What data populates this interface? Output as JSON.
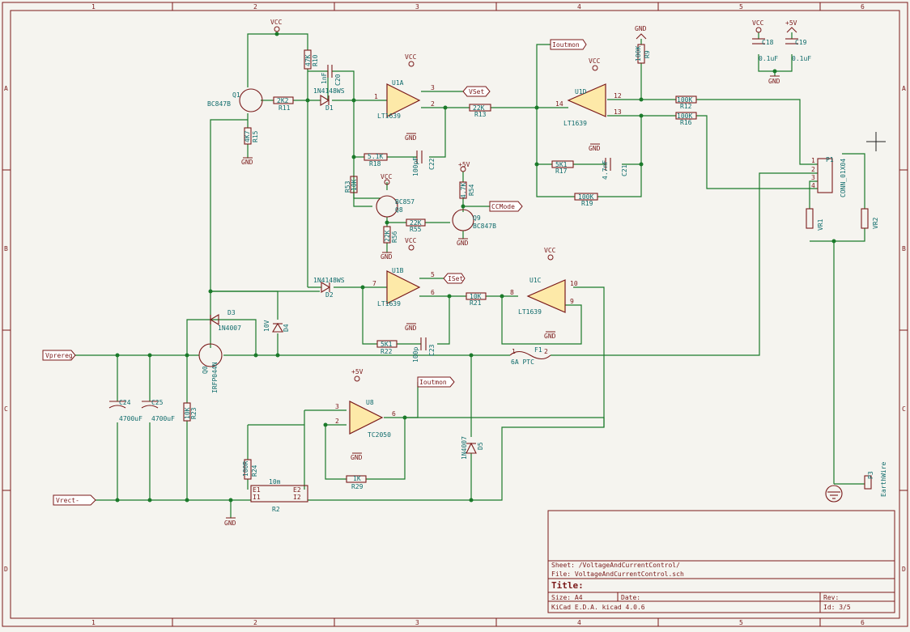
{
  "border": {
    "cols": [
      "1",
      "2",
      "3",
      "4",
      "5",
      "6"
    ],
    "rows": [
      "A",
      "B",
      "C",
      "D"
    ]
  },
  "title_block": {
    "sheet": "Sheet: /VoltageAndCurrentControl/",
    "file": "File: VoltageAndCurrentControl.sch",
    "title": "Title:",
    "size": "Size: A4",
    "date": "Date:",
    "rev": "Rev:",
    "kicad": "KiCad E.D.A.  kicad 4.0.6",
    "id": "Id: 3/5"
  },
  "labels": {
    "vpreg": "Vprereg",
    "vrect": "Vrect-",
    "ioutmon_top": "Ioutmon",
    "ioutmon_bottom": "Ioutmon",
    "vset": "VSet",
    "iset": "ISet",
    "ccmode": "CCMode"
  },
  "power": {
    "vcc": "VCC",
    "gnd": "GND",
    "p5v": "+5V"
  },
  "parts": {
    "q1_ref": "Q1",
    "q1_val": "BC847B",
    "r15_ref": "R15",
    "r15_val": "4K7",
    "r11_ref": "R11",
    "r11_val": "2K2",
    "r10_ref": "R10",
    "r10_val": "47K",
    "c20_ref": "C20",
    "c20_val": "1nF",
    "d1_ref": "D1",
    "d1_val": "1N4148WS",
    "u1a_ref": "U1A",
    "u1a_val": "LT1639",
    "r18_ref": "R18",
    "r18_val": "5.1K",
    "c22_ref": "C22",
    "c22_val": "100pF",
    "r13_ref": "R13",
    "r13_val": "22K",
    "u1d_ref": "U1D",
    "u1d_val": "LT1639",
    "r9_ref": "R9",
    "r9_val": "100K",
    "r12_ref": "R12",
    "r12_val": "100K",
    "r16_ref": "R16",
    "r16_val": "100K",
    "r17_ref": "R17",
    "r17_val": "5K1",
    "c21_ref": "C21",
    "c21_val": "4.7nF",
    "r19_ref": "R19",
    "r19_val": "100K",
    "c18_ref": "C18",
    "c18_val": "0.1uF",
    "c19_ref": "C19",
    "c19_val": "0.1uF",
    "p1_ref": "P1",
    "p1_val": "CONN_01X04",
    "vr1_ref": "VR1",
    "vr2_ref": "VR2",
    "r53_ref": "R53",
    "r53_val": "10K",
    "q8_ref": "Q8",
    "q8_val": "BC857",
    "r56_ref": "R56",
    "r56_val": "22K",
    "r55_ref": "R55",
    "r55_val": "22K",
    "r54_ref": "R54",
    "r54_val": "4.7K",
    "q9_ref": "Q9",
    "q9_val": "BC847B",
    "d2_ref": "D2",
    "d2_val": "1N4148WS",
    "u1b_ref": "U1B",
    "u1b_val": "LT1639",
    "r22_ref": "R22",
    "r22_val": "5K1",
    "c23_ref": "C23",
    "c23_val": "100p",
    "r21_ref": "R21",
    "r21_val": "10K",
    "u1c_ref": "U1C",
    "u1c_val": "LT1639",
    "d3_ref": "D3",
    "d3_val": "1N4007",
    "d4_ref": "D4",
    "d4_val": "10V",
    "q0_ref": "Q0",
    "q0_val": "IRFP044N",
    "f1_ref": "F1",
    "f1_val": "6A PTC",
    "c24_ref": "C24",
    "c24_val": "4700uF",
    "c25_ref": "C25",
    "c25_val": "4700uF",
    "r23_ref": "R23",
    "r23_val": "10K",
    "u8_ref": "U8",
    "u8_val": "TC2050",
    "r29_ref": "R29",
    "r29_val": "1K",
    "r24_ref": "R24",
    "r24_val": "100R",
    "r2_ref": "R2",
    "r2_val": "10m",
    "d5_ref": "D5",
    "d5_val": "1N4007",
    "p3_ref": "P3",
    "p3_val": "EarthWire"
  },
  "pins": {
    "p1_1": "1",
    "p1_2": "2",
    "p1_3": "3",
    "p1_4": "4",
    "u1a_3": "3",
    "u1a_2": "2",
    "u1a_1": "1",
    "u1d_12": "12",
    "u1d_13": "13",
    "u1d_14": "14",
    "u1b_5": "5",
    "u1b_6": "6",
    "u1b_7": "7",
    "u1c_9": "9",
    "u1c_10": "10",
    "u1c_8": "8",
    "u8_3": "3",
    "u8_2": "2",
    "u8_6": "6",
    "r2_e1": "E1",
    "r2_e2": "E2",
    "r2_i1": "I1",
    "r2_i2": "I2",
    "f1_1": "1",
    "f1_2": "2"
  }
}
